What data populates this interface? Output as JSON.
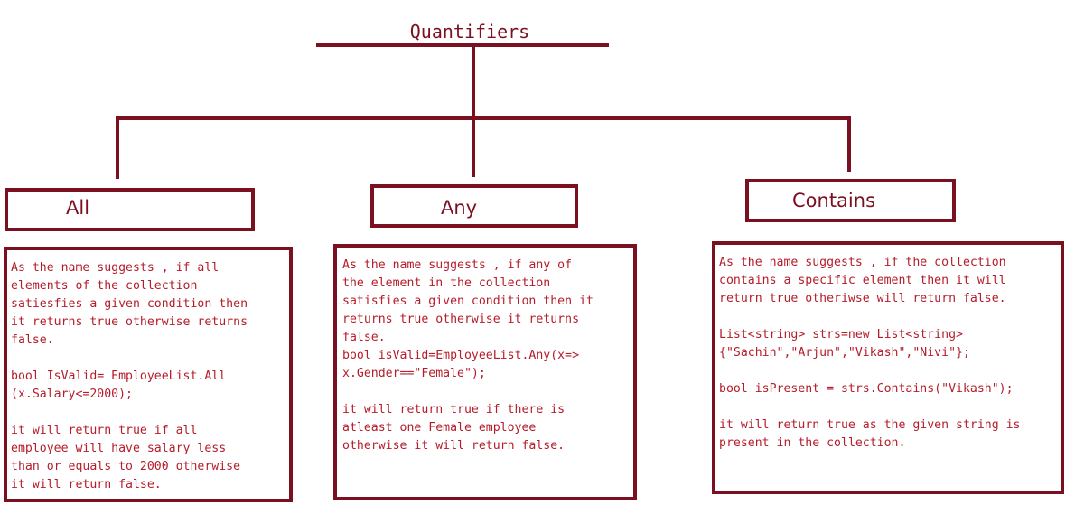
{
  "diagram": {
    "title": "Quantifiers",
    "nodes": [
      {
        "label": "All",
        "description": [
          "As the name suggests , if all\nelements of the collection\nsatiesfies a given condition then\nit returns true otherwise returns\nfalse.",
          "bool IsValid= EmployeeList.All\n(x.Salary<=2000);",
          "it will return true if all\nemployee will have salary less\nthan or equals to 2000 otherwise\nit will return false."
        ]
      },
      {
        "label": "Any",
        "description": [
          "As the name suggests , if any of\nthe element in the collection\nsatisfies a given condition then it\nreturns true otherwise it returns\nfalse.\nbool isValid=EmployeeList.Any(x=>\nx.Gender==\"Female\");",
          "it will return true if there is\natleast one Female employee\notherwise it will return false."
        ]
      },
      {
        "label": "Contains",
        "description": [
          "As the name suggests , if the collection\ncontains a specific element then it will\nreturn true otheriwse will return false.",
          "List<string> strs=new List<string>\n{\"Sachin\",\"Arjun\",\"Vikash\",\"Nivi\"};",
          "bool isPresent = strs.Contains(\"Vikash\");",
          "it will return true as the given string is\npresent in the collection."
        ]
      }
    ],
    "colors": {
      "line": "#7b1020",
      "text": "#b51d2a"
    }
  }
}
